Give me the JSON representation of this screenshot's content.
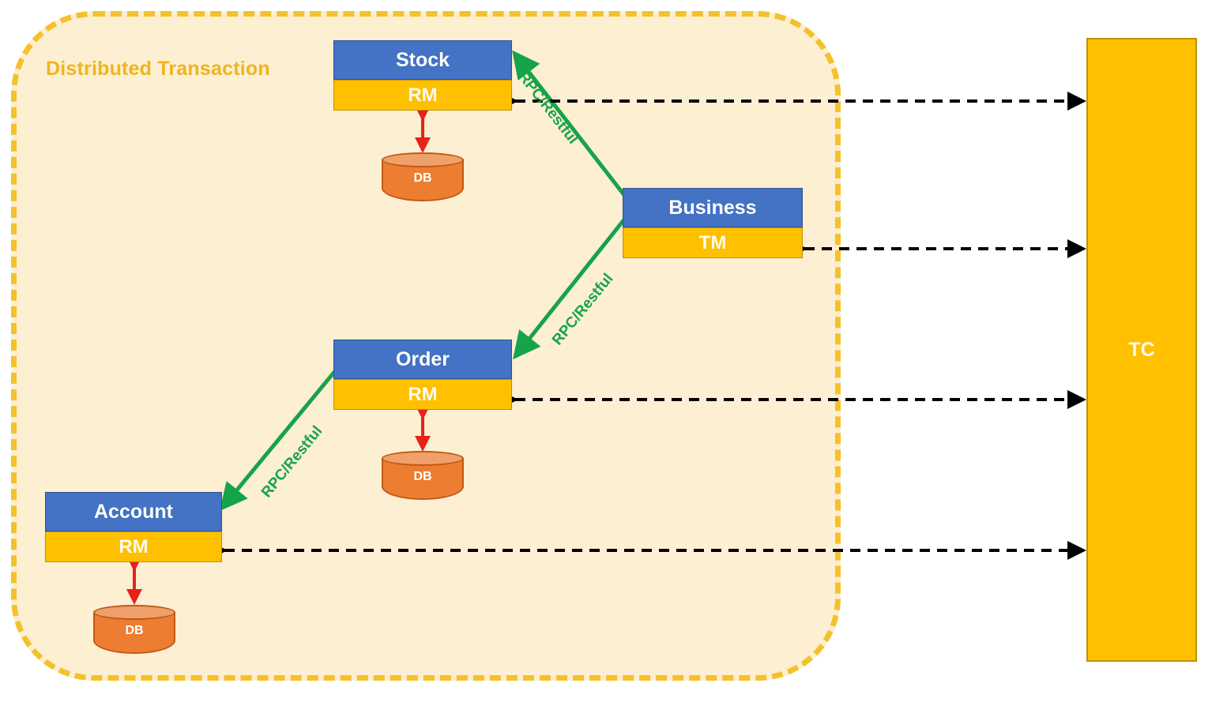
{
  "diagram": {
    "title": "Distributed Transaction",
    "boundary_label": "Distributed Transaction",
    "colors": {
      "boundary_fill": "#FCEFD2",
      "boundary_border": "#F5C12B",
      "title_text": "#EFB51E",
      "service_header": "#4472C4",
      "service_band": "#FFC000",
      "database": "#ED7D31",
      "database_top": "#F0A06A",
      "rpc_arrow": "#16A34A",
      "db_arrow": "#E8211B",
      "tc_arrow": "#000000",
      "tc_panel": "#FFC000"
    }
  },
  "services": [
    {
      "id": "stock",
      "name": "Stock",
      "role": "RM",
      "has_database": true,
      "database_label": "DB"
    },
    {
      "id": "business",
      "name": "Business",
      "role": "TM",
      "has_database": false,
      "database_label": ""
    },
    {
      "id": "order",
      "name": "Order",
      "role": "RM",
      "has_database": true,
      "database_label": "DB"
    },
    {
      "id": "account",
      "name": "Account",
      "role": "RM",
      "has_database": true,
      "database_label": "DB"
    }
  ],
  "coordinator": {
    "label": "TC"
  },
  "rpc_links": [
    {
      "from": "business",
      "to": "stock",
      "label": "RPC/Restful"
    },
    {
      "from": "business",
      "to": "order",
      "label": "RPC/Restful"
    },
    {
      "from": "order",
      "to": "account",
      "label": "RPC/Restful"
    }
  ],
  "tc_links": [
    {
      "from": "stock-rm",
      "to": "tc",
      "style": "dashed",
      "direction": "bidirectional"
    },
    {
      "from": "business-tm",
      "to": "tc",
      "style": "dashed",
      "direction": "bidirectional"
    },
    {
      "from": "order-rm",
      "to": "tc",
      "style": "dashed",
      "direction": "bidirectional"
    },
    {
      "from": "account-rm",
      "to": "tc",
      "style": "dashed",
      "direction": "bidirectional"
    }
  ],
  "db_links": [
    {
      "from": "stock-rm",
      "to": "stock-db",
      "direction": "bidirectional"
    },
    {
      "from": "order-rm",
      "to": "order-db",
      "direction": "bidirectional"
    },
    {
      "from": "account-rm",
      "to": "account-db",
      "direction": "bidirectional"
    }
  ]
}
